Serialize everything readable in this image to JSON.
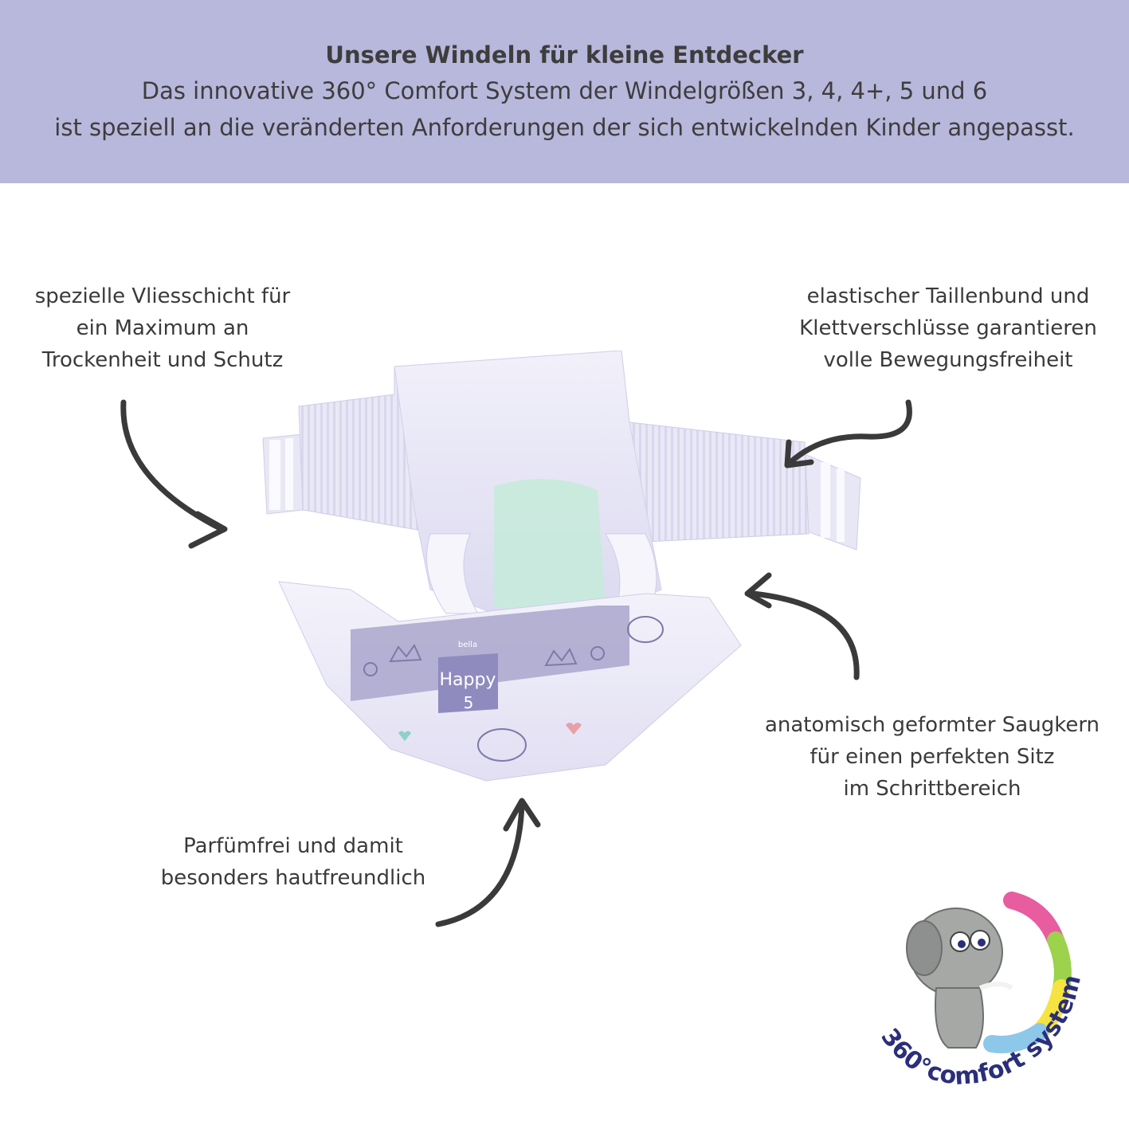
{
  "header": {
    "title": "Unsere Windeln für kleine Entdecker",
    "line1": "Das innovative 360° Comfort System der Windelgrößen 3, 4, 4+, 5 und 6",
    "line2": "ist speziell an die veränderten Anforderungen der sich entwickelnden Kinder angepasst."
  },
  "callouts": {
    "top_left": [
      "spezielle Vliesschicht für",
      "ein Maximum an",
      "Trockenheit und Schutz"
    ],
    "top_right": [
      "elastischer Taillenbund und",
      "Klettverschlüsse garantieren",
      "volle Bewegungsfreiheit"
    ],
    "mid_right": [
      "anatomisch geformter Saugkern",
      "für einen perfekten Sitz",
      "im Schrittbereich"
    ],
    "bottom_left": [
      "Parfümfrei und damit",
      "besonders hautfreundlich"
    ]
  },
  "product": {
    "brand_small": "bella",
    "brand": "Happy",
    "size": "5"
  },
  "logo": {
    "text": "360°comfort system"
  },
  "colors": {
    "header_bg": "#b8b7dc",
    "arrow": "#3a3a3a",
    "diaper_band": "#a9a6cc",
    "core": "#c8eadb",
    "logo_text": "#2b2f7a"
  }
}
